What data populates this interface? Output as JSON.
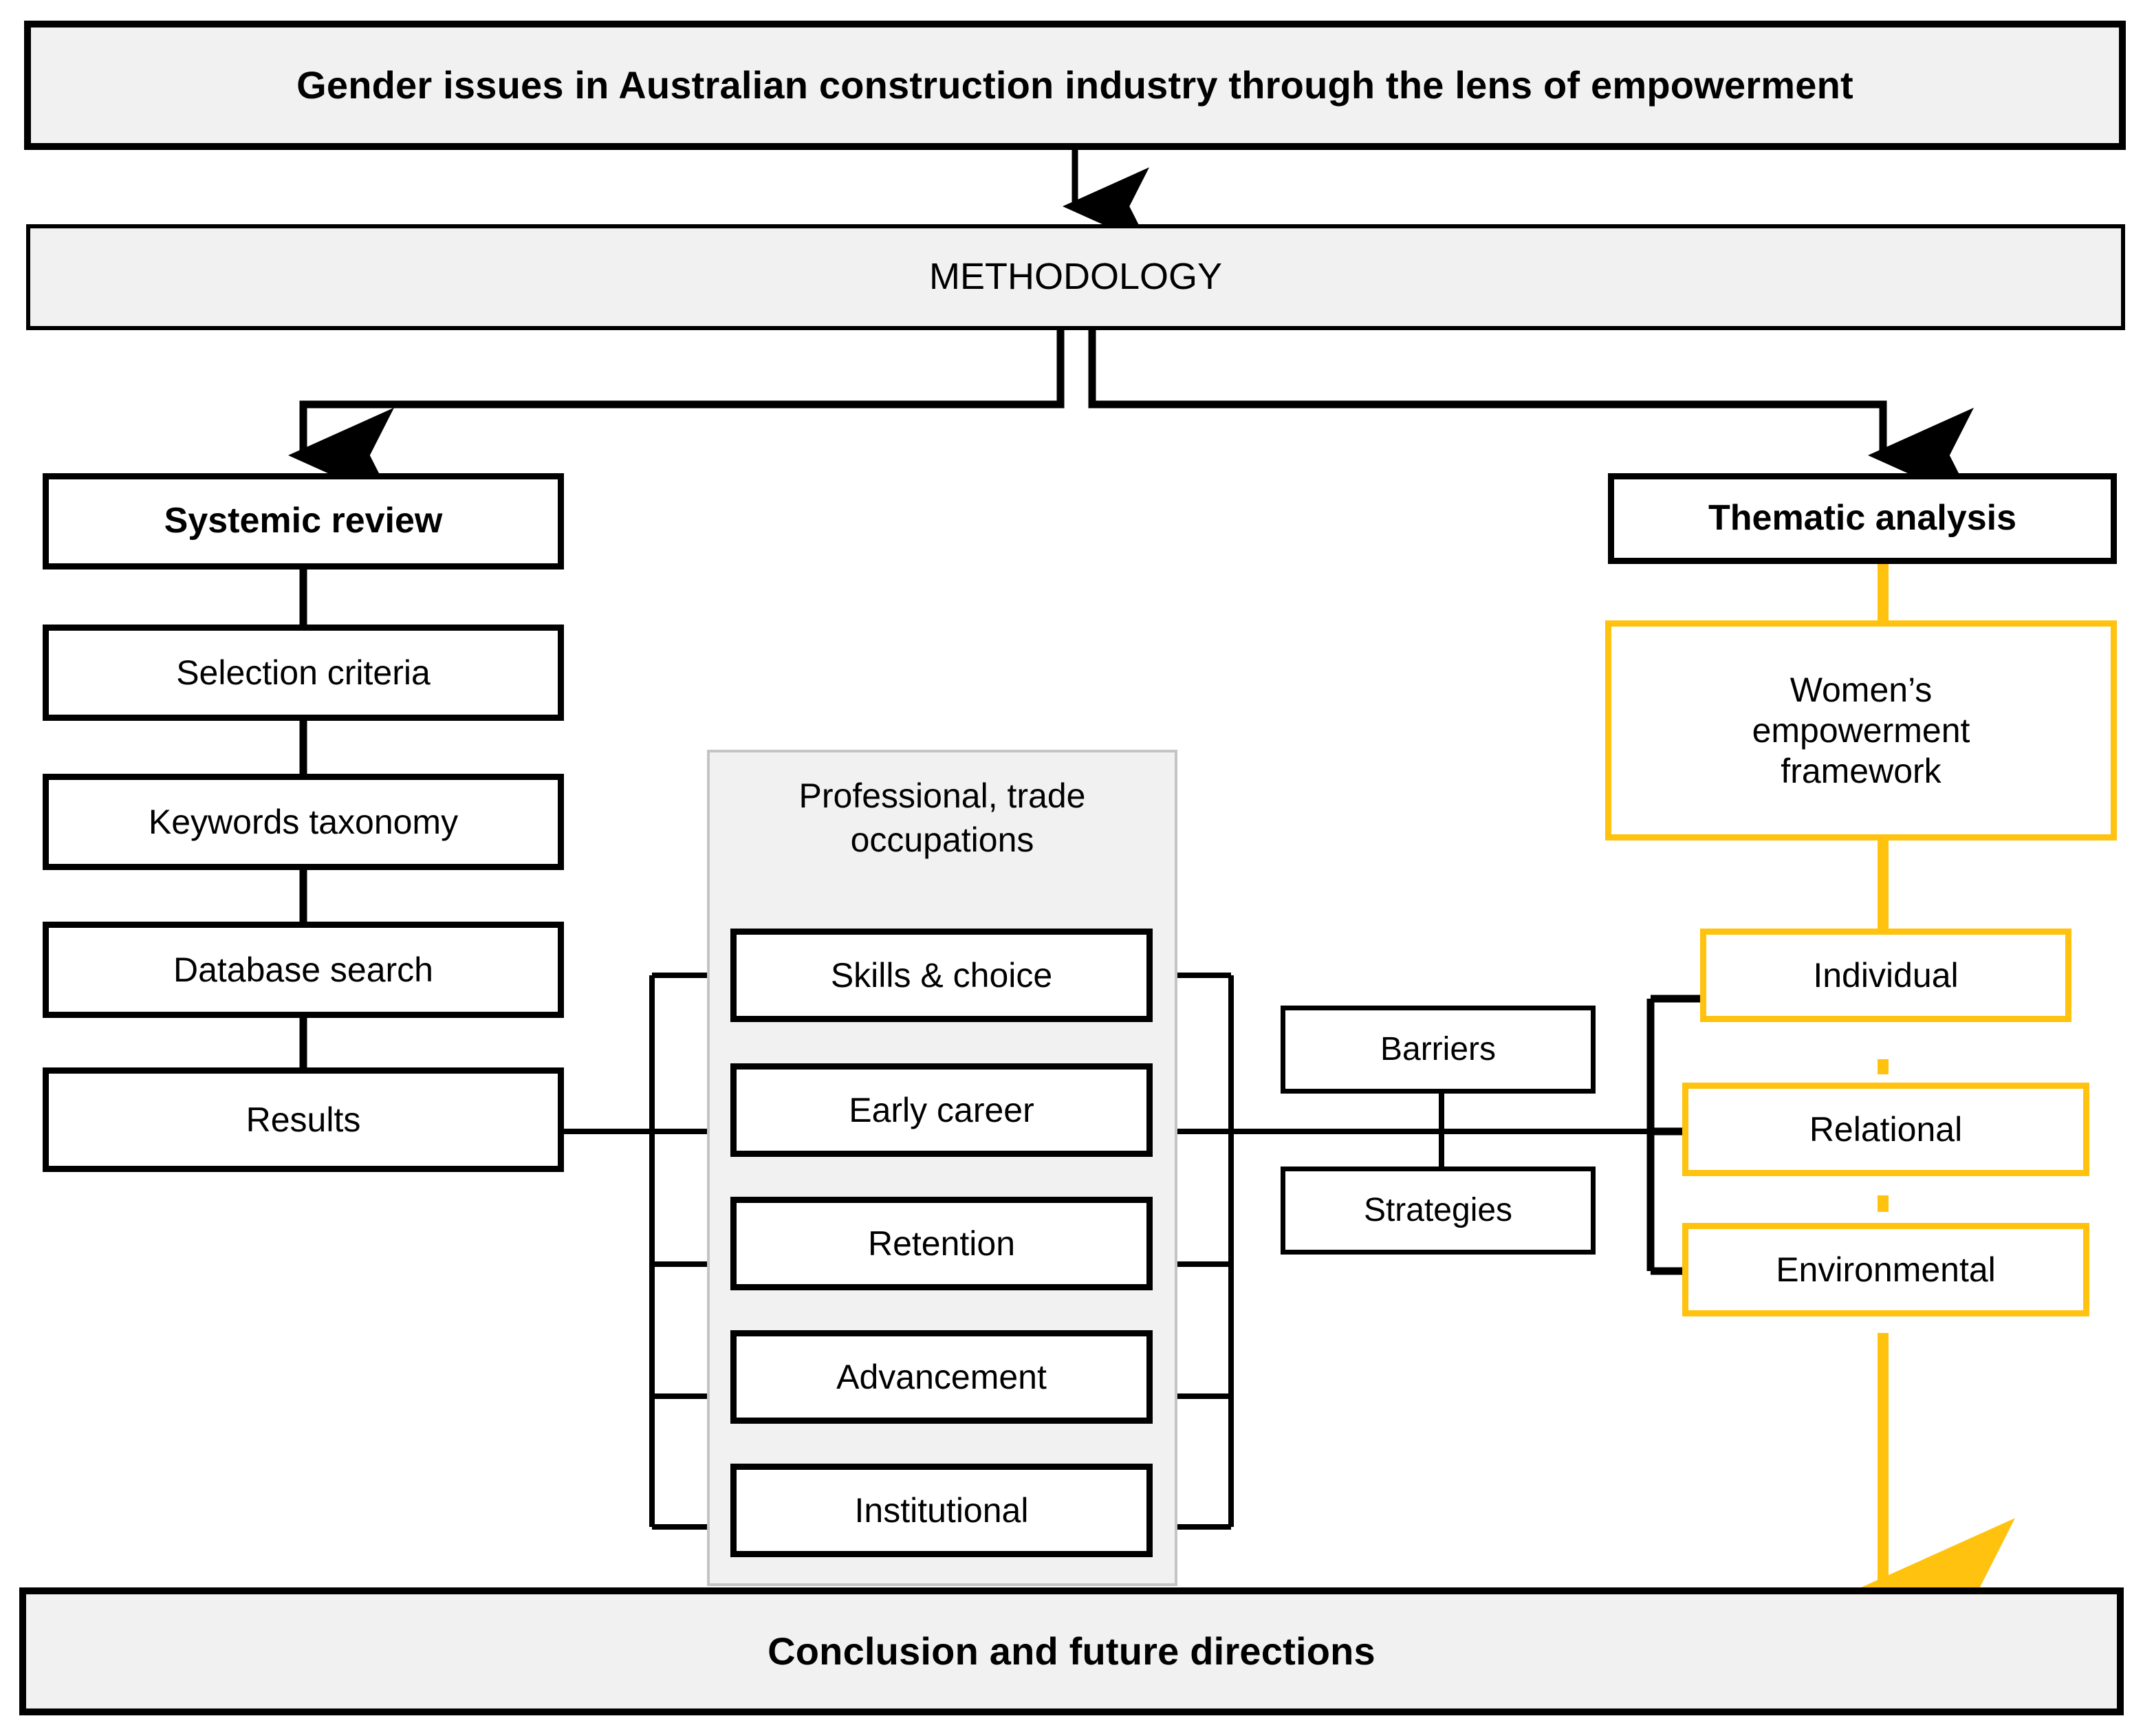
{
  "colors": {
    "accent_yellow": "#ffc20e",
    "banner_fill": "#f1f1f1",
    "panel_fill": "#f1f1f1",
    "panel_border": "#c4c4c4",
    "line_black": "#000000"
  },
  "header": {
    "title": "Gender issues in Australian construction industry through the lens of empowerment"
  },
  "methodology": {
    "label": "METHODOLOGY"
  },
  "left_branch": {
    "heading": "Systemic review",
    "steps": [
      {
        "label": "Selection criteria"
      },
      {
        "label": "Keywords taxonomy"
      },
      {
        "label": "Database search"
      },
      {
        "label": "Results"
      }
    ]
  },
  "center_group": {
    "title": "Professional, trade\noccupations",
    "items": [
      {
        "label": "Skills & choice"
      },
      {
        "label": "Early career"
      },
      {
        "label": "Retention"
      },
      {
        "label": "Advancement"
      },
      {
        "label": "Institutional"
      }
    ]
  },
  "middle_pair": {
    "items": [
      {
        "label": "Barriers"
      },
      {
        "label": "Strategies"
      }
    ]
  },
  "right_branch": {
    "heading": "Thematic analysis",
    "framework": "Women’s\nempowerment\nframework",
    "levels": [
      {
        "label": "Individual"
      },
      {
        "label": "Relational"
      },
      {
        "label": "Environmental"
      }
    ]
  },
  "footer": {
    "label": "Conclusion and future directions"
  }
}
